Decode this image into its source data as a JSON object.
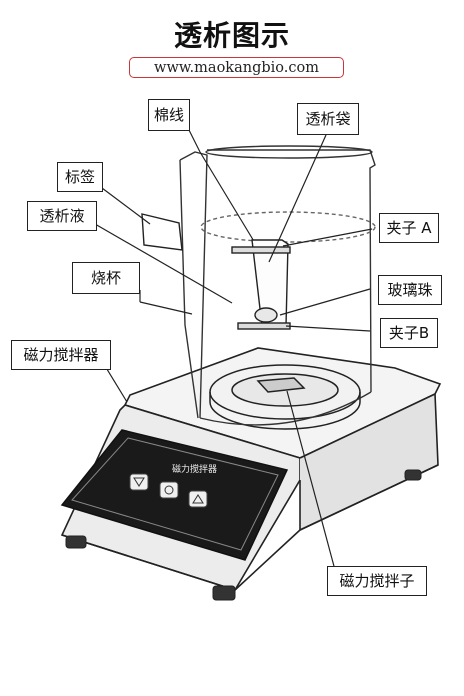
{
  "title": "透析图示",
  "url": "www.maokangbio.com",
  "labels": {
    "cotton_thread": "棉线",
    "dialysis_bag": "透析袋",
    "tag": "标签",
    "dialysate": "透析液",
    "clip_a": "夹子 A",
    "beaker": "烧杯",
    "glass_bead": "玻璃珠",
    "clip_b": "夹子B",
    "magnetic_stirrer": "磁力搅拌器",
    "stir_bar": "磁力搅拌子"
  },
  "device_panel_text": "磁力搅拌器",
  "colors": {
    "url_border": "#c9363a",
    "line": "#222222",
    "panel": "#1a1a1a"
  }
}
